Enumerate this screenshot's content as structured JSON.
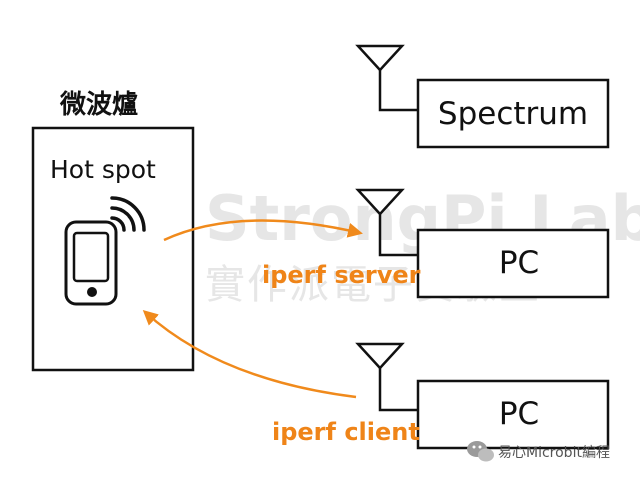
{
  "microwave": {
    "title": "微波爐",
    "hotspot_label": "Hot spot"
  },
  "devices": [
    {
      "label": "Spectrum"
    },
    {
      "label": "PC",
      "role": "iperf server"
    },
    {
      "label": "PC",
      "role": "iperf client"
    }
  ],
  "watermark": {
    "logo_text": "StrongPi Lab",
    "subtitle": "實作派電子實驗室"
  },
  "credit": "易心Microbit編程",
  "colors": {
    "arrow": "#f08a1c",
    "label_orange": "#ef8418",
    "stroke": "#111111",
    "watermark": "#e6e6e6"
  },
  "icons": {
    "phone": "smartphone-icon",
    "wifi": "wifi-signal-icon",
    "antenna": "antenna-icon",
    "wechat": "wechat-icon"
  }
}
